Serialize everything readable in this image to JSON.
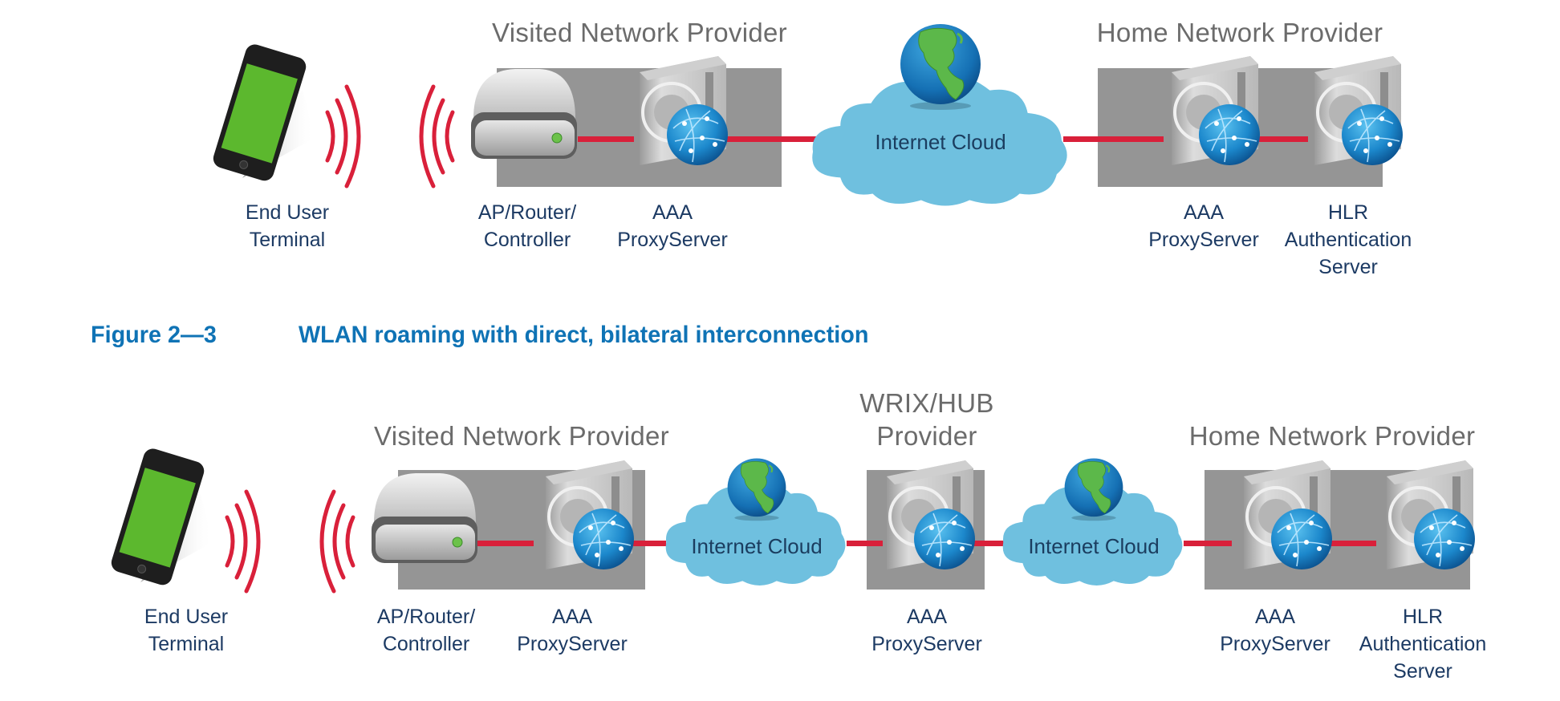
{
  "figure_caption": {
    "number": "Figure 2—3",
    "title": "WLAN roaming with direct, bilateral interconnection"
  },
  "colors": {
    "link_red": "#d9203a",
    "caption_blue": "#0f73b5",
    "label_navy": "#1c3a63",
    "group_gray": "#6b6b6b",
    "box_gray": "#959595",
    "cloud_blue": "#6fc0df",
    "phone_green": "#5cb82e"
  },
  "top_diagram": {
    "groups": {
      "visited": "Visited Network Provider",
      "home": "Home Network Provider"
    },
    "nodes": {
      "terminal": [
        "End User",
        "Terminal"
      ],
      "ap": [
        "AP/Router/",
        "Controller"
      ],
      "visited_aaa": [
        "AAA",
        "ProxyServer"
      ],
      "cloud": "Internet Cloud",
      "home_aaa": [
        "AAA",
        "ProxyServer"
      ],
      "hlr": [
        "HLR",
        "Authentication",
        "Server"
      ]
    }
  },
  "bottom_diagram": {
    "groups": {
      "visited": "Visited Network Provider",
      "hub": [
        "WRIX/HUB",
        "Provider"
      ],
      "home": "Home Network Provider"
    },
    "nodes": {
      "terminal": [
        "End User",
        "Terminal"
      ],
      "ap": [
        "AP/Router/",
        "Controller"
      ],
      "visited_aaa": [
        "AAA",
        "ProxyServer"
      ],
      "cloud1": "Internet Cloud",
      "hub_aaa": [
        "AAA",
        "ProxyServer"
      ],
      "cloud2": "Internet Cloud",
      "home_aaa": [
        "AAA",
        "ProxyServer"
      ],
      "hlr": [
        "HLR",
        "Authentication",
        "Server"
      ]
    }
  }
}
